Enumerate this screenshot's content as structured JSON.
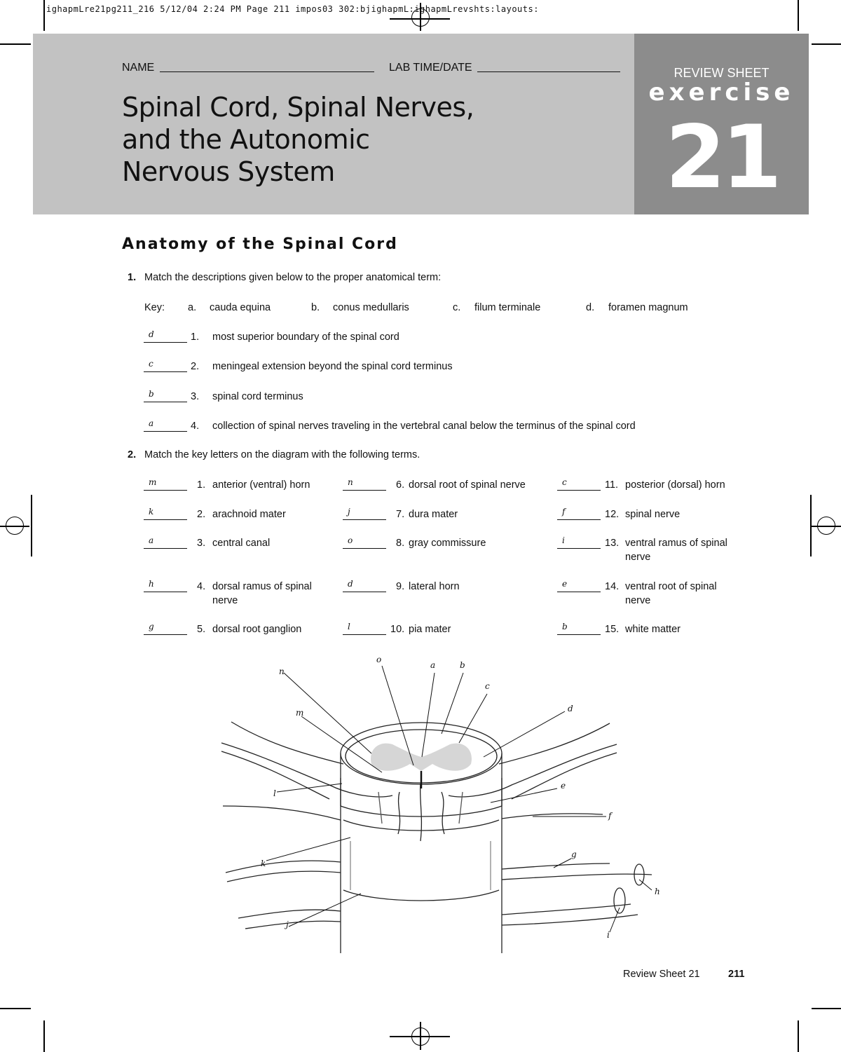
{
  "slug": "ighapmLre21pg211_216  5/12/04  2:24 PM  Page 211  impos03 302:bjighapmL:ighapmLrevshts:layouts:",
  "header": {
    "name_label": "NAME",
    "lab_label": "LAB TIME/DATE",
    "title_lines": [
      "Spinal Cord, Spinal Nerves,",
      "and the Autonomic",
      "Nervous System"
    ],
    "review_sheet": "REVIEW SHEET",
    "exercise": "exercise",
    "exercise_number": "21"
  },
  "section_title": "Anatomy of the Spinal Cord",
  "q1": {
    "number": "1.",
    "text": "Match the descriptions given below to the proper anatomical term:",
    "key_label": "Key:",
    "key": [
      {
        "letter": "a.",
        "term": "cauda equina"
      },
      {
        "letter": "b.",
        "term": "conus medullaris"
      },
      {
        "letter": "c.",
        "term": "filum terminale"
      },
      {
        "letter": "d.",
        "term": "foramen magnum"
      }
    ],
    "items": [
      {
        "answer": "d",
        "num": "1.",
        "text": "most superior boundary of the spinal cord"
      },
      {
        "answer": "c",
        "num": "2.",
        "text": "meningeal extension beyond the spinal cord terminus"
      },
      {
        "answer": "b",
        "num": "3.",
        "text": "spinal cord terminus"
      },
      {
        "answer": "a",
        "num": "4.",
        "text": "collection of spinal nerves traveling in the vertebral canal below the terminus of the spinal cord"
      }
    ]
  },
  "q2": {
    "number": "2.",
    "text": "Match the key letters on the diagram with the following terms.",
    "items": [
      {
        "answer": "m",
        "num": "1.",
        "text": "anterior (ventral) horn"
      },
      {
        "answer": "k",
        "num": "2.",
        "text": "arachnoid mater"
      },
      {
        "answer": "a",
        "num": "3.",
        "text": "central canal"
      },
      {
        "answer": "h",
        "num": "4.",
        "text": "dorsal ramus of spinal nerve"
      },
      {
        "answer": "g",
        "num": "5.",
        "text": "dorsal root ganglion"
      },
      {
        "answer": "n",
        "num": "6.",
        "text": "dorsal root of spinal nerve"
      },
      {
        "answer": "j",
        "num": "7.",
        "text": "dura mater"
      },
      {
        "answer": "o",
        "num": "8.",
        "text": "gray commissure"
      },
      {
        "answer": "d",
        "num": "9.",
        "text": "lateral horn"
      },
      {
        "answer": "l",
        "num": "10.",
        "text": "pia mater"
      },
      {
        "answer": "c",
        "num": "11.",
        "text": "posterior (dorsal) horn"
      },
      {
        "answer": "f",
        "num": "12.",
        "text": "spinal nerve"
      },
      {
        "answer": "i",
        "num": "13.",
        "text": "ventral ramus of spinal nerve"
      },
      {
        "answer": "e",
        "num": "14.",
        "text": "ventral root of spinal nerve"
      },
      {
        "answer": "b",
        "num": "15.",
        "text": "white matter"
      }
    ]
  },
  "diagram_labels": [
    "a",
    "b",
    "c",
    "d",
    "e",
    "f",
    "g",
    "h",
    "i",
    "j",
    "k",
    "l",
    "m",
    "n",
    "o"
  ],
  "footer": {
    "text": "Review Sheet 21",
    "page": "211"
  }
}
